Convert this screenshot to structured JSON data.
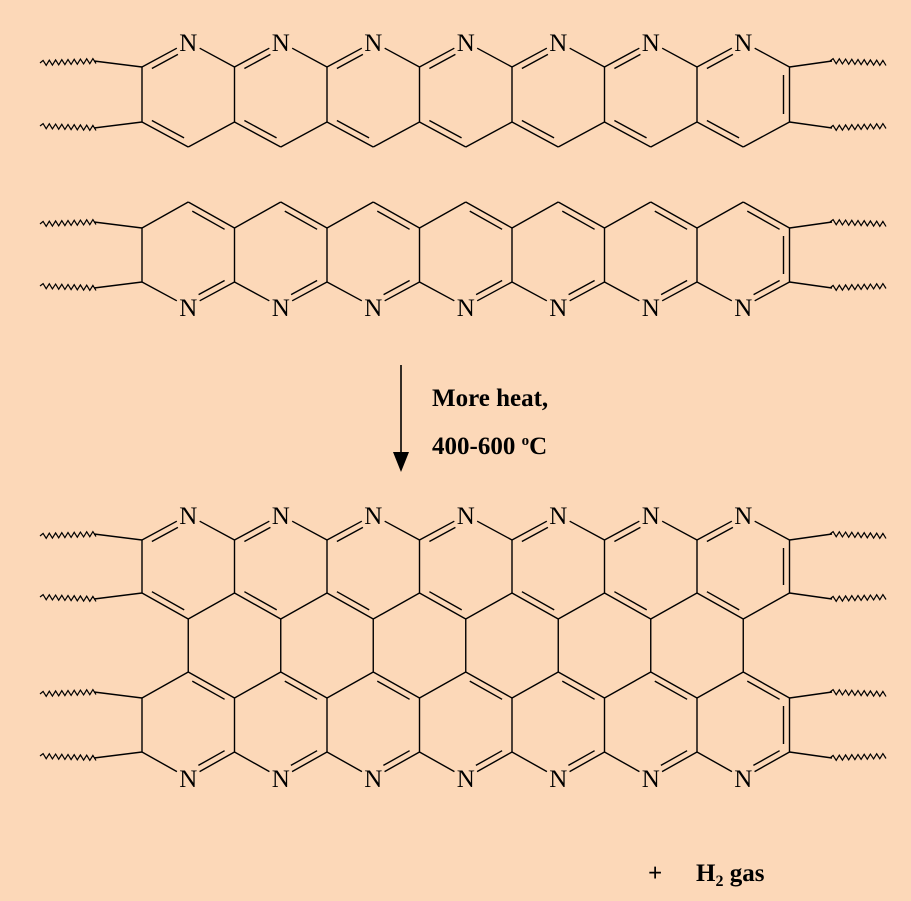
{
  "diagram": {
    "atom_label": "N",
    "rings_per_ribbon": 7
  },
  "reaction": {
    "condition_line1": "More heat,",
    "condition_temp": "400-600 ",
    "condition_degree": "o",
    "condition_unit": "C"
  },
  "byproduct": {
    "plus": "+",
    "element": "H",
    "subscript": "2",
    "phase": "gas"
  },
  "colors": {
    "background": "#fcd8b8",
    "ink": "#000000"
  }
}
